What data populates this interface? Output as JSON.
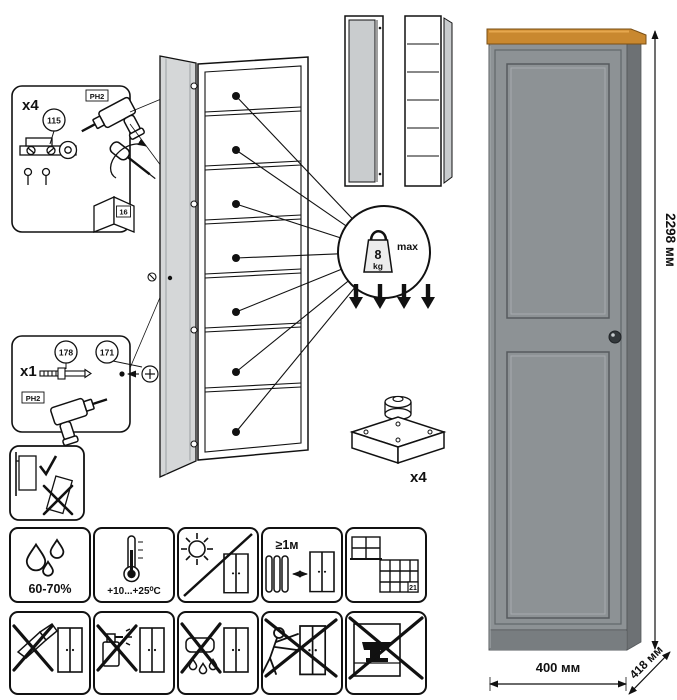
{
  "sheet": {
    "background": "#ffffff"
  },
  "assembly": {
    "hinges": {
      "count": "x4",
      "part": "115",
      "bit": "PH2",
      "manual_page": "16"
    },
    "cam_pin": {
      "count": "x1",
      "part_a": "178",
      "part_b": "171",
      "bit": "PH2"
    },
    "shelf_load": {
      "value": "8",
      "unit": "kg",
      "max_label": "max"
    },
    "feet": {
      "count": "x4"
    }
  },
  "dimensions": {
    "height": "2298 мм",
    "width": "400 мм",
    "depth": "418 мм"
  },
  "care": {
    "humidity": "60-70%",
    "temperature": "+10...+25⁰C",
    "min_distance": "≥1м",
    "tile_number": "21"
  },
  "icons": {
    "care_row1": [
      "humidity-drops-icon",
      "temperature-range-icon",
      "no-direct-sunlight-icon",
      "distance-from-heater-icon",
      "window-and-tiles-icon"
    ],
    "care_row2": [
      "no-sharp-tools-icon",
      "no-solvent-icon",
      "no-wet-cleaning-icon",
      "no-pushing-icon",
      "no-heavy-load-icon"
    ],
    "assembly": [
      "drill-icon",
      "screwdriver-icon",
      "manual-book-icon",
      "weight-icon",
      "adjustable-foot-icon",
      "anti-tip-icon"
    ]
  },
  "colors": {
    "line": "#111111",
    "door_gray": "#d5d7d8",
    "cabinet_front": "#8d9295",
    "cabinet_side": "#6d7174",
    "cabinet_base": "#787d80",
    "wood_top": "#c9882f",
    "wood_top_highlight": "#e6a74e",
    "knob": "#33383b"
  }
}
